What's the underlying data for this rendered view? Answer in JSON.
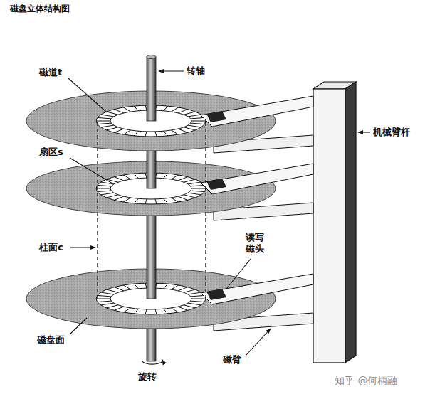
{
  "diagram": {
    "title": "磁盘立体结构图",
    "labels": [
      "磁道t",
      "转轴",
      "扇区s",
      "机械臂杆",
      "柱面c",
      "读写 磁头",
      "磁盘面",
      "磁臂",
      "旋转",
      "知乎 @何柄融"
    ]
  }
}
